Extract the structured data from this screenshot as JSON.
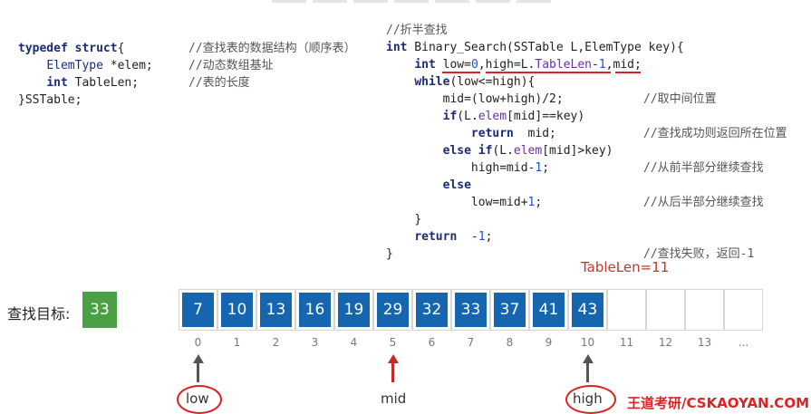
{
  "struct_code": {
    "l1_kw": "typedef struct",
    "l1_rest": "{",
    "l2_type": "ElemType",
    "l2_rest": " *elem;",
    "l3_type": "int",
    "l3_rest": " TableLen;",
    "l4": "}SSTable;",
    "c1": "//查找表的数据结构（顺序表）",
    "c2": "//动态数组基址",
    "c3": "//表的长度"
  },
  "func_code": {
    "header_comment": "//折半查找",
    "sig_int": "int",
    "sig_rest": " Binary_Search(SSTable L,ElemType key){",
    "l_vars_int": "int",
    "l_vars_low": "low=",
    "l_vars_zero": "0",
    "l_vars_mid": ",high=L.",
    "l_vars_tl": "TableLen",
    "l_vars_minus": "-",
    "l_vars_one": "1",
    "l_vars_end": ",mid;",
    "while_kw": "while",
    "while_rest": "(low<=high){",
    "mid_assign": "mid=(low+high)/2;",
    "if_kw": "if",
    "if_rest_a": "(L.",
    "if_elem": "elem",
    "if_rest_b": "[mid]==key)",
    "return_kw": "return",
    "return_rest": "  mid;",
    "elseif_kw": "else if",
    "elseif_rest_a": "(L.",
    "elseif_elem": "elem",
    "elseif_rest_b": "[mid]>key)",
    "high_assign_a": "high=mid-",
    "high_assign_one": "1",
    "high_assign_b": ";",
    "else_kw": "else",
    "low_assign_a": "low=mid+",
    "low_assign_one": "1",
    "low_assign_b": ";",
    "close_brace": "}",
    "return2_kw": "return",
    "return2_rest": "  -",
    "return2_one": "1",
    "return2_end": ";",
    "final_brace": "}",
    "cm_mid": "//取中间位置",
    "cm_found": "//查找成功则返回所在位置",
    "cm_front": "//从前半部分继续查找",
    "cm_back": "//从后半部分继续查找",
    "cm_fail": "//查找失败，返回-1"
  },
  "search": {
    "target_label": "查找目标:",
    "target_value": "33",
    "tablelen_label": "TableLen=11"
  },
  "array": {
    "values": [
      "7",
      "10",
      "13",
      "16",
      "19",
      "29",
      "32",
      "33",
      "37",
      "41",
      "43",
      "",
      "",
      "",
      ""
    ],
    "indices": [
      "0",
      "1",
      "2",
      "3",
      "4",
      "5",
      "6",
      "7",
      "8",
      "9",
      "10",
      "11",
      "12",
      "13",
      "..."
    ]
  },
  "pointers": {
    "low": "low",
    "mid": "mid",
    "high": "high"
  },
  "watermark": "王道考研/CSKAOYAN.COM",
  "colors": {
    "cell_fill": "#1565b0",
    "target_fill": "#4aa144",
    "annotation_red": "#d22",
    "arrow_gray": "#555555"
  }
}
